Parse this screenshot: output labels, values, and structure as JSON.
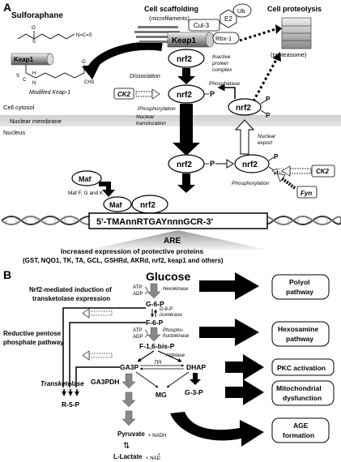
{
  "panelA": {
    "label": "A",
    "sulforaphane": "Sulforaphane",
    "sulf_s": "S",
    "sulf_o": "O",
    "sulf_ncs": "N=C=S",
    "cell_scaffolding": "Cell scaffolding",
    "microfilaments": "(microfilaments)",
    "cul3": "Cul-3",
    "e2": "E2",
    "ub": "Ub",
    "rbx1": "Rbx-1",
    "keap1": "Keap1",
    "cell_proteolysis": "Cell proteolysis",
    "proteasome": "(proteasome)",
    "nrf2": "nrf2",
    "p": "P",
    "keap1_small": "Keap1",
    "mod_s": "S",
    "mod_c": "C",
    "mod_h": "H",
    "mod_n": "N",
    "mod_o": "O",
    "mod_ch3": "CH3",
    "modified_keap1": "Modified Keap-1",
    "dissociation": "Dissociation",
    "inactive1": "Inactive",
    "inactive2": "protein",
    "inactive3": "complex",
    "phosphatase": "Phosphatase",
    "ck2": "CK2",
    "fyn": "Fyn",
    "phosphorylation": "Phosphorylation",
    "cell_cytosol": "Cell cytosol",
    "nuclear_translocation1": "Nuclear",
    "nuclear_translocation2": "translocation",
    "nuclear_membrane": "Nuclear membrane",
    "nuclear_export1": "Nuclear",
    "nuclear_export2": "export",
    "nucleus": "Nucleus",
    "maf": "Maf",
    "maf_fgk": "Maf F, G and K",
    "are_seq": "5'-TMAnnRTGAYnnnGCR-3'",
    "are": "ARE",
    "increased1": "Increased expression of protective proteins",
    "increased2": "(GST, NQO1, TK, TA, GCL, GSHRd, AKRd, nrf2, keap1 and others)"
  },
  "panelB": {
    "label": "B",
    "glucose": "Glucose",
    "atp": "ATP",
    "adp": "ADP",
    "hexokinase": "Hexokinase",
    "g6p": "G-6-P",
    "g6p_isomerase1": "G-6-P",
    "g6p_isomerase2": "isomerase",
    "f6p": "F-6-P",
    "pfk1": "Phospho-",
    "pfk2": "fructokinase",
    "f16bp": "F-1,6-bis-P",
    "aldolase": "Aldolase",
    "tpi": "TPI",
    "ga3p": "GA3P",
    "dhap": "DHAP",
    "ga3pdh": "GA3PDH",
    "mg": "MG",
    "g3p": "G-3-P",
    "transketolase": "Transketolase",
    "r5p": "R-5-P",
    "nrf2_induction1": "Nrf2-mediated induction of",
    "nrf2_induction2": "transketolase expression",
    "reductive1": "Reductive pentose",
    "reductive2": "phosphate pathway",
    "pyruvate": "Pyruvate",
    "nadh": "+ NADH",
    "lactate": "L-Lactate",
    "nad": "+ NAD",
    "nad_sup": "+",
    "eq": "⇅",
    "polyol1": "Polyol",
    "polyol2": "pathway",
    "hexosamine1": "Hexosamine",
    "hexosamine2": "pathway",
    "pkc": "PKC activation",
    "mito1": "Mitochondrial",
    "mito2": "dysfunction",
    "age1": "AGE",
    "age2": "formation"
  }
}
